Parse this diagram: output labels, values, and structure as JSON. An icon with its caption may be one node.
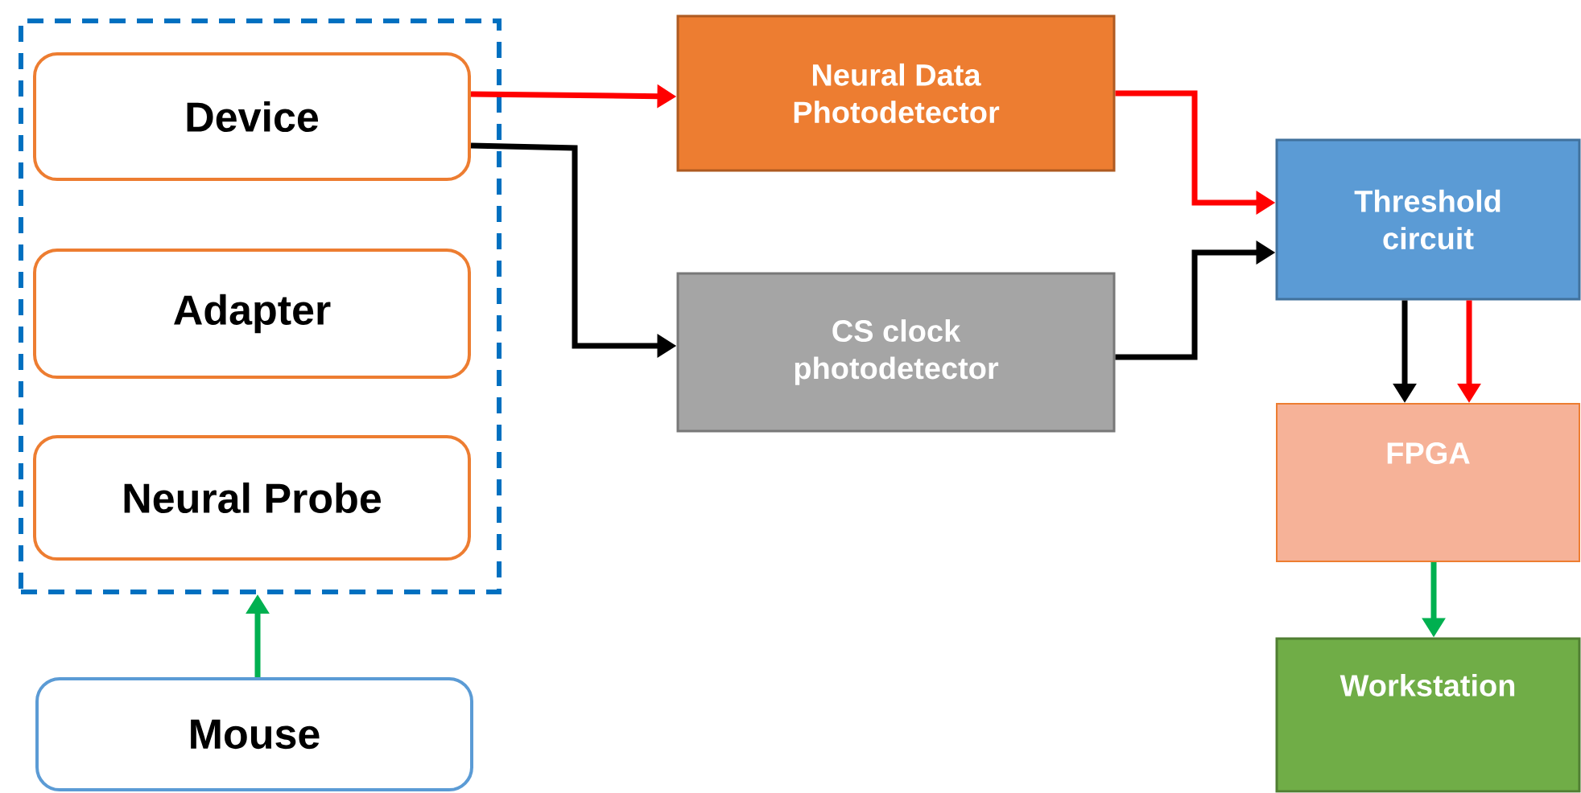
{
  "diagram": {
    "nodes": [
      {
        "text": [],
        "shape": "box"
      },
      {
        "text": [
          "Device"
        ],
        "in": 0
      },
      {
        "text": [
          "Adapter"
        ],
        "in": 0
      },
      {
        "text": [
          "Neural Probe"
        ],
        "in": 0
      },
      {
        "text": [
          "Mouse"
        ]
      },
      {
        "text": [
          "Neural Data Photodetector"
        ]
      },
      {
        "text": [
          "CS clock photodetector"
        ]
      },
      {
        "text": [
          "Threshold circuit"
        ]
      },
      {
        "text": [
          "FPGA"
        ]
      },
      {
        "text": [
          "Workstation"
        ]
      }
    ],
    "edges": [
      {
        "from": 4,
        "to": 0,
        "arrow": "to",
        "color": "#00b050"
      },
      {
        "from": 1,
        "to": 5,
        "arrow": "to",
        "color": "#ff0000"
      },
      {
        "from": 1,
        "to": 6,
        "arrow": "to",
        "color": "#000000"
      },
      {
        "from": 5,
        "to": 7,
        "arrow": "to",
        "color": "#ff0000"
      },
      {
        "from": 6,
        "to": 7,
        "arrow": "to",
        "color": "#000000"
      },
      {
        "from": 7,
        "to": 8,
        "arrow": "to",
        "color": "#000000"
      },
      {
        "from": 7,
        "to": 8,
        "arrow": "to",
        "color": "#ff0000"
      },
      {
        "from": 8,
        "to": 9,
        "arrow": "to",
        "color": "#00b050"
      }
    ]
  }
}
